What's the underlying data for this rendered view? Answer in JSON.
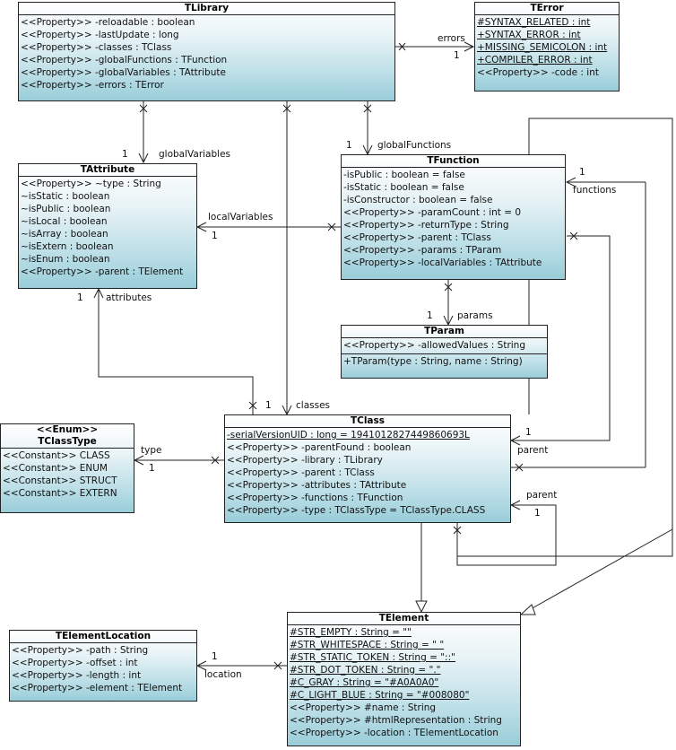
{
  "classes": {
    "TLibrary": {
      "name": "TLibrary",
      "attributes": [
        "<<Property>> -reloadable : boolean",
        "<<Property>> -lastUpdate : long",
        "<<Property>> -classes : TClass",
        "<<Property>> -globalFunctions : TFunction",
        "<<Property>> -globalVariables : TAttribute",
        "<<Property>> -errors : TError"
      ]
    },
    "TError": {
      "name": "TError",
      "attributes": [
        "#SYNTAX_RELATED : int",
        "+SYNTAX_ERROR : int",
        "+MISSING_SEMICOLON : int",
        "+COMPILER_ERROR : int",
        "<<Property>> -code : int"
      ]
    },
    "TAttribute": {
      "name": "TAttribute",
      "attributes": [
        "<<Property>> ~type : String",
        "~isStatic : boolean",
        "~isPublic : boolean",
        "~isLocal : boolean",
        "~isArray : boolean",
        "~isExtern : boolean",
        "~isEnum : boolean",
        "<<Property>> -parent : TElement"
      ]
    },
    "TFunction": {
      "name": "TFunction",
      "attributes": [
        "-isPublic : boolean = false",
        "-isStatic : boolean = false",
        "-isConstructor : boolean = false",
        "<<Property>> -paramCount : int = 0",
        "<<Property>> -returnType : String",
        "<<Property>> -parent : TClass",
        "<<Property>> -params : TParam",
        "<<Property>> -localVariables : TAttribute"
      ]
    },
    "TParam": {
      "name": "TParam",
      "attributes": [
        "<<Property>> -allowedValues : String"
      ],
      "operations": [
        "+TParam(type : String, name : String)"
      ]
    },
    "TClassType": {
      "stereotype": "<<Enum>>",
      "name": "TClassType",
      "attributes": [
        "<<Constant>>  CLASS",
        "<<Constant>>  ENUM",
        "<<Constant>>  STRUCT",
        "<<Constant>>  EXTERN"
      ]
    },
    "TClass": {
      "name": "TClass",
      "attributes": [
        "-serialVersionUID : long = 1941012827449860693L",
        "<<Property>> -parentFound : boolean",
        "<<Property>> -library : TLibrary",
        "<<Property>> -parent : TClass",
        "<<Property>> -attributes : TAttribute",
        "<<Property>> -functions : TFunction",
        "<<Property>> -type : TClassType = TClassType.CLASS"
      ]
    },
    "TElementLocation": {
      "name": "TElementLocation",
      "attributes": [
        "<<Property>> -path : String",
        "<<Property>> -offset : int",
        "<<Property>> -length : int",
        "<<Property>> -element : TElement"
      ]
    },
    "TElement": {
      "name": "TElement",
      "attributes": [
        "#STR_EMPTY : String = \"\"",
        "#STR_WHITESPACE : String = \" \"",
        "#STR_STATIC_TOKEN : String = \"::\"",
        "#STR_DOT_TOKEN : String = \".\"",
        "#C_GRAY : String = \"#A0A0A0\"",
        "#C_LIGHT_BLUE : String = \"#008080\"",
        "<<Property>> #name : String",
        "<<Property>> #htmlRepresentation : String",
        "<<Property>> -location : TElementLocation"
      ]
    }
  },
  "labels": {
    "errors": "errors",
    "errors_mult": "1",
    "globalVariables": "globalVariables",
    "globalVariables_mult": "1",
    "globalFunctions": "globalFunctions",
    "globalFunctions_mult": "1",
    "functions": "functions",
    "functions_mult": "1",
    "localVariables": "localVariables",
    "localVariables_mult": "1",
    "attributes": "attributes",
    "attributes_mult": "1",
    "params": "params",
    "params_mult": "1",
    "classes": "classes",
    "classes_mult": "1",
    "type": "type",
    "type_mult": "1",
    "parent_tfunction": "parent",
    "parent_tfunction_mult": "1",
    "parent_self": "parent",
    "parent_self_mult": "1",
    "location": "location",
    "location_mult": "1"
  },
  "colors": {
    "line": "#222222",
    "class_fill_top": "#ffffff",
    "class_fill_bottom": "#99cdd9"
  }
}
